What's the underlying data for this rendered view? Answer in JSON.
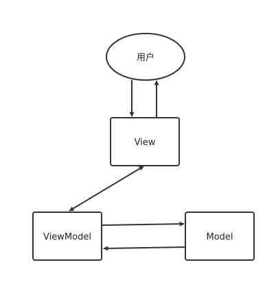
{
  "diagram": {
    "nodes": {
      "user": {
        "label": "用户",
        "shape": "ellipse"
      },
      "view": {
        "label": "View",
        "shape": "rounded-rect"
      },
      "viewmodel": {
        "label": "ViewModel",
        "shape": "rounded-rect"
      },
      "model": {
        "label": "Model",
        "shape": "rounded-rect"
      }
    },
    "edges": [
      {
        "from": "user",
        "to": "view",
        "direction": "one-way"
      },
      {
        "from": "view",
        "to": "user",
        "direction": "one-way"
      },
      {
        "from": "view",
        "to": "viewmodel",
        "direction": "two-way"
      },
      {
        "from": "viewmodel",
        "to": "model",
        "direction": "one-way"
      },
      {
        "from": "model",
        "to": "viewmodel",
        "direction": "one-way"
      }
    ],
    "colors": {
      "stroke": "#333333",
      "background": "#ffffff",
      "text": "#222222"
    }
  }
}
